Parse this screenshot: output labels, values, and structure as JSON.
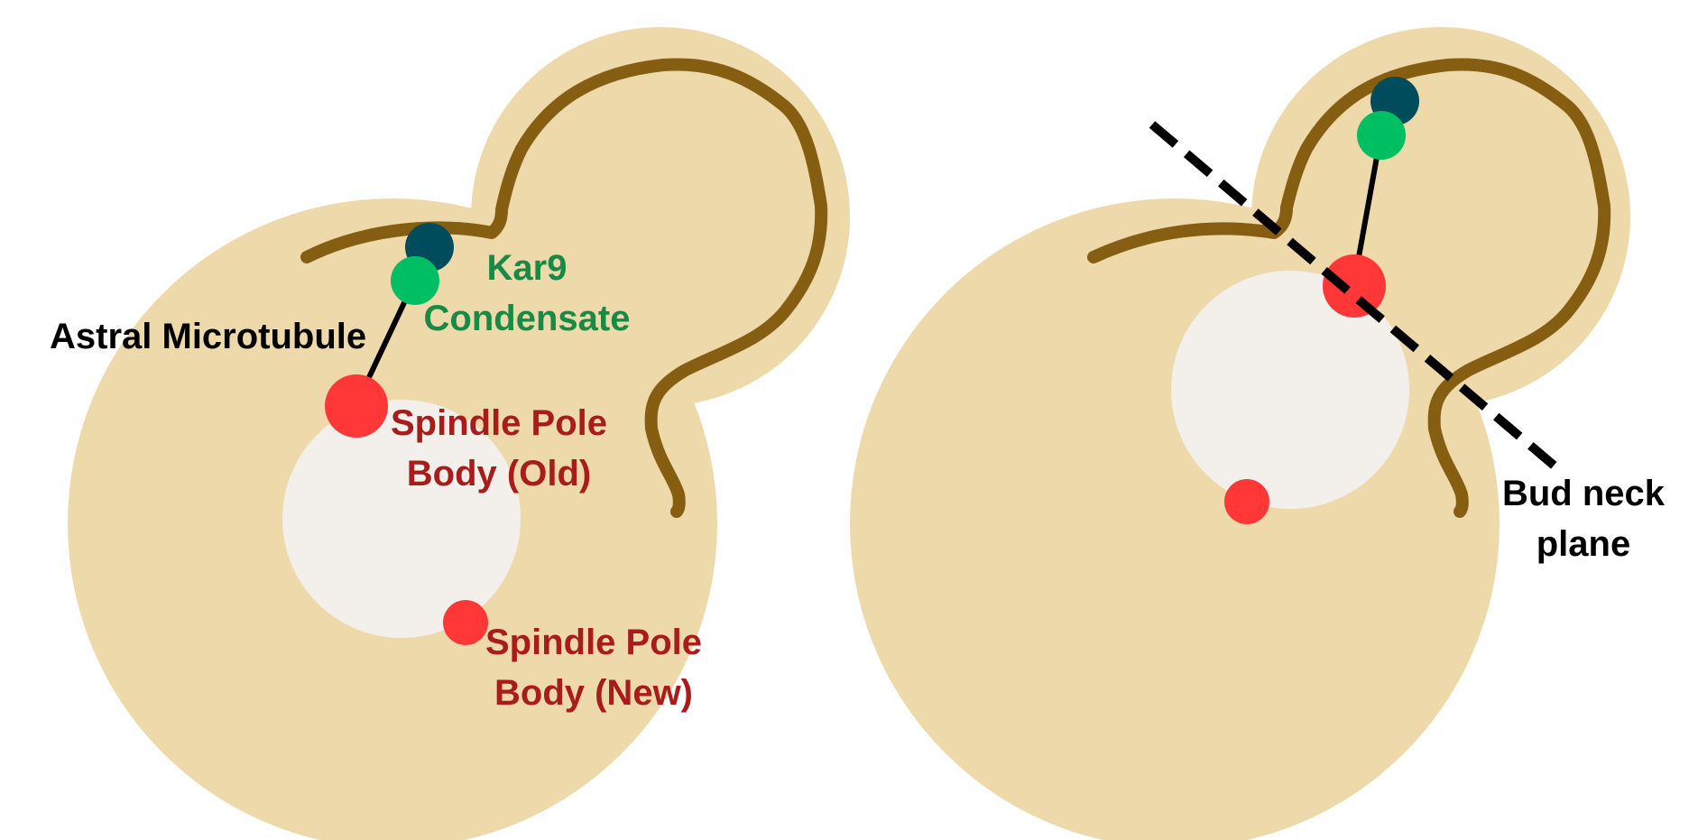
{
  "colors": {
    "background": "#ffffff",
    "cell": "#EED9AB",
    "nucleus": "#F3EFEA",
    "cortex_outline": "#855E12",
    "spindle_pole_body": "#FF3737",
    "kar9": "#004B5C",
    "condensate": "#00BF63",
    "label_black": "#000000",
    "label_green": "#178A45",
    "label_red": "#A81C1C",
    "line_black": "#000000"
  },
  "labels": {
    "kar9": "Kar9",
    "condensate": "Condensate",
    "astral_microtubule": "Astral Microtubule",
    "spb_old_line1": "Spindle Pole",
    "spb_old_line2": "Body (Old)",
    "spb_new_line1": "Spindle Pole",
    "spb_new_line2": "Body (New)",
    "bud_neck_line1": "Bud neck",
    "bud_neck_line2": "plane"
  }
}
